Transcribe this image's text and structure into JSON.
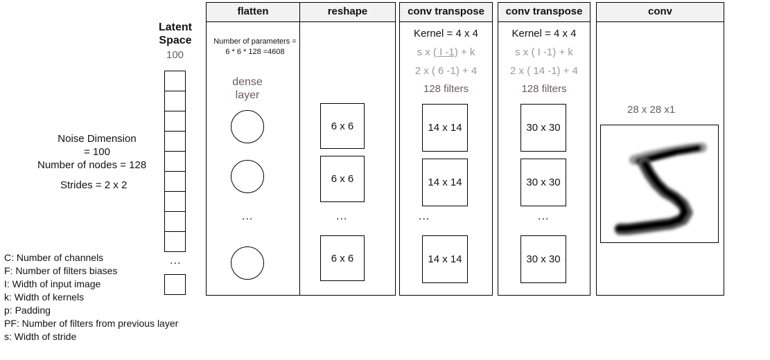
{
  "latent": {
    "title_line1": "Latent",
    "title_line2": "Space",
    "size": "100",
    "ellipsis": "..."
  },
  "notes": {
    "noise_line1": "Noise Dimension",
    "noise_line2": "= 100",
    "nodes": "Number of nodes = 128",
    "strides": "Strides = 2 x 2"
  },
  "legend": [
    "C: Number of channels",
    "F: Number of filters biases",
    "I: Width of input image",
    "k: Width of kernels",
    "p: Padding",
    "PF: Number of filters from previous layer",
    "s: Width of stride"
  ],
  "columns": {
    "flatten": {
      "header": "flatten",
      "params_line1": "Number of parameters =",
      "params_line2": "6 * 6 * 128 =4608",
      "dense_line1": "dense",
      "dense_line2": "layer",
      "ellipsis": "..."
    },
    "reshape": {
      "header": "reshape",
      "cells": [
        "6 x 6",
        "6 x 6",
        "6 x 6"
      ],
      "ellipsis": "..."
    },
    "convt1": {
      "header": "conv transpose",
      "kernel": "Kernel = 4 x 4",
      "formula1_pre": "s x ",
      "formula1_ul": "( I -1)",
      "formula1_post": " + k",
      "formula2": "2 x ( 6 -1) + 4",
      "filters": "128 filters",
      "cells": [
        "14 x 14",
        "14 x 14",
        "14 x 14"
      ],
      "ellipsis": "..."
    },
    "convt2": {
      "header": "conv transpose",
      "kernel": "Kernel = 4 x 4",
      "formula1": "s x ( I -1) + k",
      "formula2": "2 x ( 14 -1) + 4",
      "filters": "128 filters",
      "cells": [
        "30 x 30",
        "30 x 30",
        "30 x 30"
      ],
      "ellipsis": "..."
    },
    "conv": {
      "header": "conv",
      "output_size": "28 x 28 x1"
    }
  }
}
